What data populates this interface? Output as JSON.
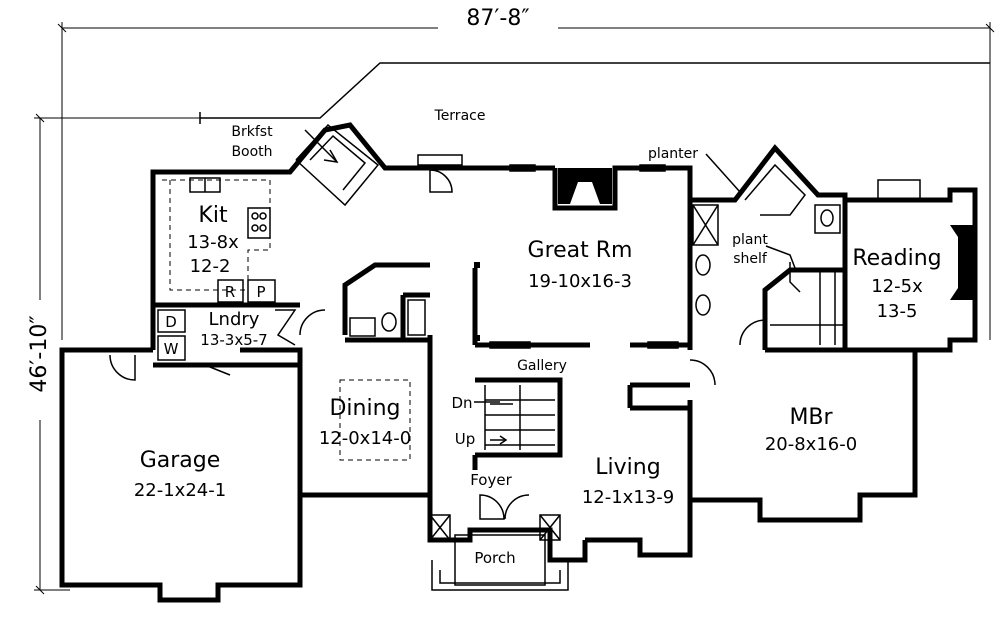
{
  "dimensions": {
    "width": "87′-8″",
    "depth": "46′-10″"
  },
  "rooms": {
    "terrace": "Terrace",
    "brkfst_line1": "Brkfst",
    "brkfst_line2": "Booth",
    "planter": "planter",
    "kit_name": "Kit",
    "kit_dim1": "13-8x",
    "kit_dim2": "12-2",
    "range_r": "R",
    "pantry_p": "P",
    "great_name": "Great Rm",
    "great_dim": "19-10x16-3",
    "plant_line1": "plant",
    "plant_line2": "shelf",
    "reading_name": "Reading",
    "reading_dim1": "12-5x",
    "reading_dim2": "13-5",
    "dryer_d": "D",
    "washer_w": "W",
    "lndry_name": "Lndry",
    "lndry_dim": "13-3x5-7",
    "gallery": "Gallery",
    "dining_name": "Dining",
    "dining_dim": "12-0x14-0",
    "dn": "Dn",
    "up": "Up",
    "mbr_name": "MBr",
    "mbr_dim": "20-8x16-0",
    "garage_name": "Garage",
    "garage_dim": "22-1x24-1",
    "foyer": "Foyer",
    "living_name": "Living",
    "living_dim": "12-1x13-9",
    "porch": "Porch"
  }
}
